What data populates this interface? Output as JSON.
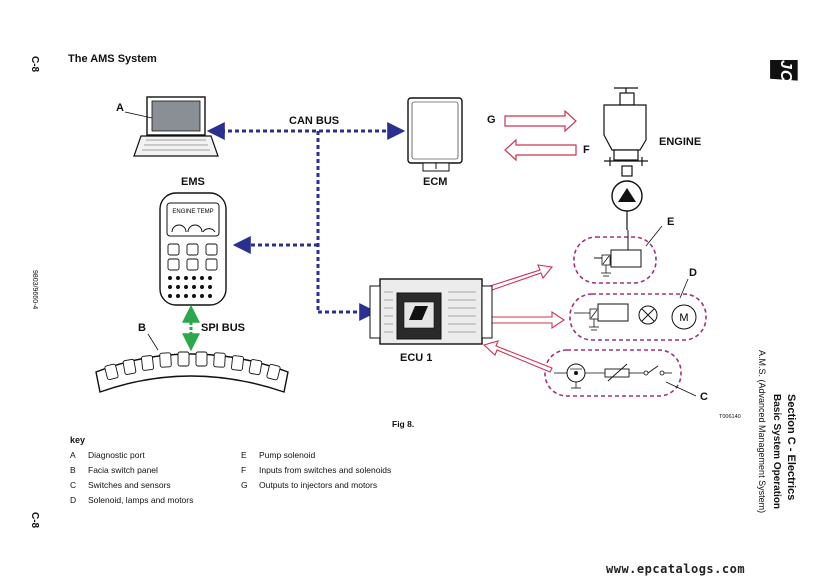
{
  "page": {
    "page_ref_top": "C-8",
    "page_ref_bottom": "C-8",
    "doc_code": "9803/9660-4",
    "heading": "The AMS System",
    "section_title": "Section C - Electrics",
    "section_subtitle": "Basic System Operation",
    "section_detail": "A.M.S. (Advanced Management System)",
    "watermark": "www.epcatalogs.com",
    "brand": "JCB"
  },
  "diagram": {
    "labels": {
      "A": "A",
      "B": "B",
      "C": "C",
      "D": "D",
      "E": "E",
      "F": "F",
      "G": "G",
      "can_bus": "CAN BUS",
      "spi_bus": "SPI BUS",
      "ems": "EMS",
      "ecm": "ECM",
      "ecu": "ECU 1",
      "engine": "ENGINE",
      "ems_screen": "ENGINE TEMP",
      "fig": "Fig 8.",
      "ref_code": "T006140"
    }
  },
  "key": {
    "title": "key",
    "items": [
      {
        "letter": "A",
        "text": "Diagnostic port"
      },
      {
        "letter": "B",
        "text": "Facia switch panel"
      },
      {
        "letter": "C",
        "text": "Switches and sensors"
      },
      {
        "letter": "D",
        "text": "Solenoid, lamps and motors"
      },
      {
        "letter": "E",
        "text": "Pump solenoid"
      },
      {
        "letter": "F",
        "text": "Inputs from switches and solenoids"
      },
      {
        "letter": "G",
        "text": "Outputs to injectors and motors"
      }
    ]
  },
  "colors": {
    "can_bus": "#2b2f8f",
    "spi_bus": "#2aa84a",
    "signal_arrow": "#cc3355",
    "group_dash": "#a0307a",
    "ink": "#111111"
  }
}
